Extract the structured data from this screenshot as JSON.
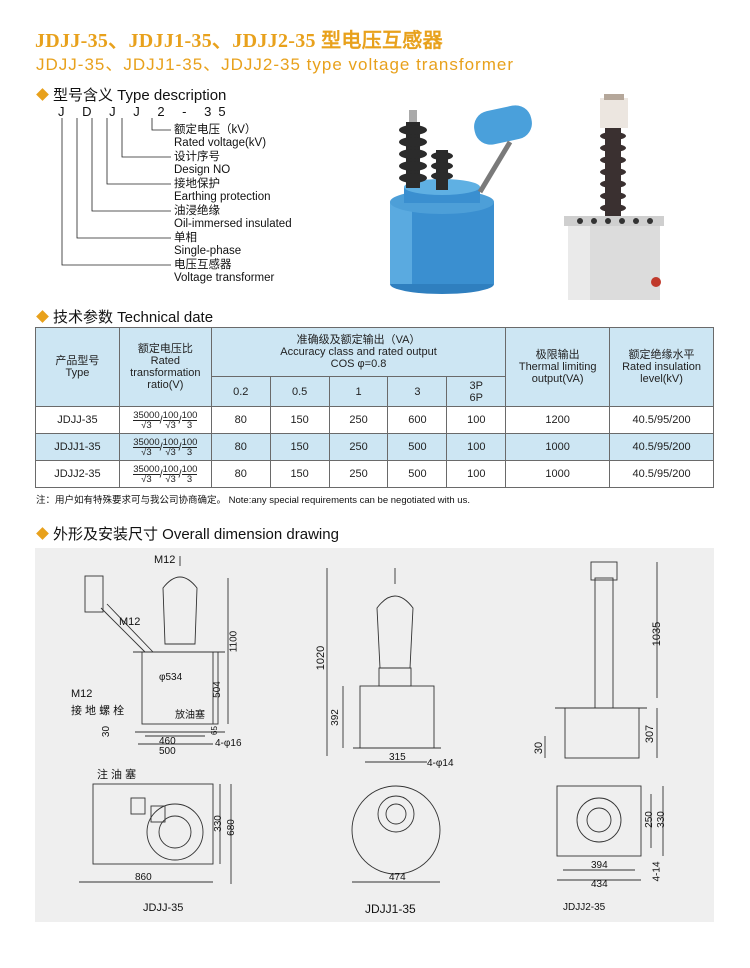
{
  "header": {
    "title_cn": "JDJJ-35、JDJJ1-35、JDJJ2-35 型电压互感器",
    "title_en": "JDJJ-35、JDJJ1-35、JDJJ2-35 type voltage transformer"
  },
  "type_desc": {
    "heading": "型号含义 Type description",
    "code": "J D J J 2 - 35",
    "items": [
      {
        "cn": "额定电压（kV）",
        "en": "Rated voltage(kV)"
      },
      {
        "cn": "设计序号",
        "en": "Design NO"
      },
      {
        "cn": "接地保护",
        "en": "Earthing protection"
      },
      {
        "cn": "油浸绝缘",
        "en": "Oil-immersed insulated"
      },
      {
        "cn": "单相",
        "en": "Single-phase"
      },
      {
        "cn": "电压互感器",
        "en": "Voltage transformer"
      }
    ]
  },
  "tech": {
    "heading": "技术参数 Technical date",
    "headers": {
      "type_cn": "产品型号",
      "type_en": "Type",
      "ratio_cn": "额定电压比",
      "ratio_en": "Rated transformation ratio(V)",
      "acc_cn": "准确级及额定输出（VA）",
      "acc_en": "Accuracy class and rated output",
      "acc_cos": "COS φ=0.8",
      "thermal_cn": "极限输出",
      "thermal_en": "Thermal limiting output(VA)",
      "ins_cn": "额定绝缘水平",
      "ins_en": "Rated insulation level(kV)",
      "classes": [
        "0.2",
        "0.5",
        "1",
        "3",
        "3P 6P"
      ]
    },
    "ratio": {
      "n1": "35000",
      "d1": "√3",
      "n2": "100",
      "d2": "√3",
      "n3": "100",
      "d3": "3"
    },
    "rows": [
      {
        "type": "JDJJ-35",
        "c02": "80",
        "c05": "150",
        "c1": "250",
        "c3": "600",
        "c3p": "100",
        "thermal": "1200",
        "ins": "40.5/95/200"
      },
      {
        "type": "JDJJ1-35",
        "c02": "80",
        "c05": "150",
        "c1": "250",
        "c3": "500",
        "c3p": "100",
        "thermal": "1000",
        "ins": "40.5/95/200"
      },
      {
        "type": "JDJJ2-35",
        "c02": "80",
        "c05": "150",
        "c1": "250",
        "c3": "500",
        "c3p": "100",
        "thermal": "1000",
        "ins": "40.5/95/200"
      }
    ],
    "note": "注：用户如有特殊要求可与我公司协商确定。 Note:any special requirements can be negotiated with us."
  },
  "drawing": {
    "heading": "外形及安装尺寸 Overall dimension drawing",
    "d1": {
      "label": "JDJJ-35",
      "m12a": "M12",
      "m12b": "M12",
      "m12c": "M12",
      "earth": "接 地 螺 栓",
      "drain": "放油塞",
      "fill": "注 油 塞",
      "dims": [
        "1100",
        "504",
        "φ534",
        "460",
        "500",
        "4-φ16",
        "30",
        "65",
        "330",
        "680",
        "860"
      ]
    },
    "d2": {
      "label": "JDJJ1-35",
      "dims": [
        "1020",
        "392",
        "315",
        "4-φ14",
        "474"
      ]
    },
    "d3": {
      "label": "JDJJ2-35",
      "dims": [
        "1035",
        "307",
        "30",
        "394",
        "434",
        "250",
        "330",
        "4-14"
      ]
    }
  }
}
